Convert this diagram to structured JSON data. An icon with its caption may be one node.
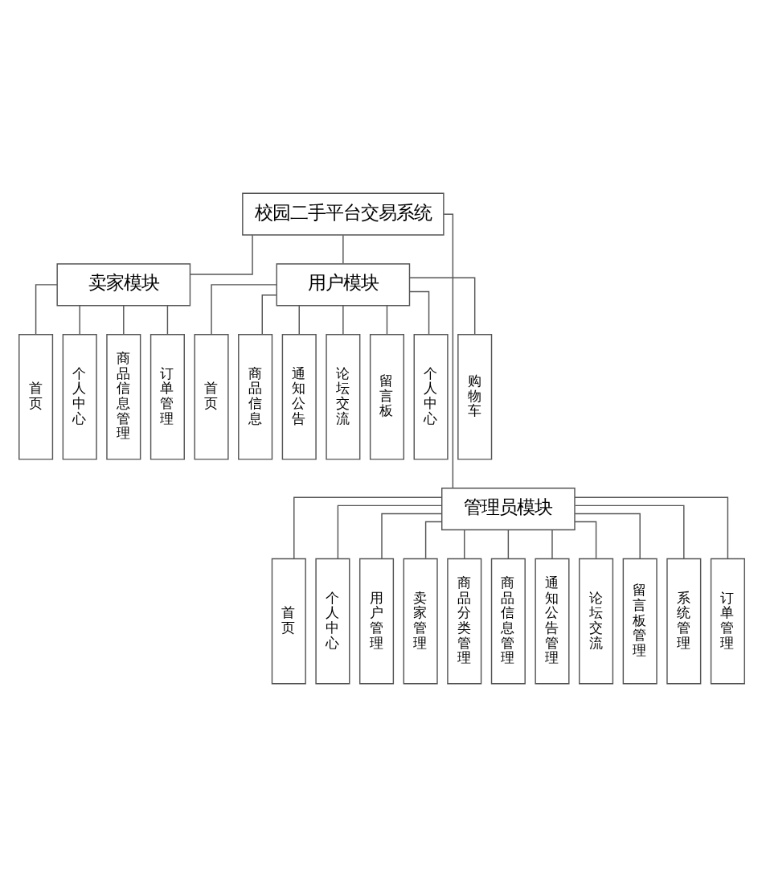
{
  "diagram": {
    "nodes": [
      {
        "text": [
          "校园二手平台交易系统"
        ]
      },
      {
        "text": [
          "卖家模块"
        ]
      },
      {
        "text": [
          "用户模块"
        ]
      },
      {
        "text": [
          "首页"
        ]
      },
      {
        "text": [
          "个人中心"
        ]
      },
      {
        "text": [
          "商品信息管理"
        ]
      },
      {
        "text": [
          "订单管理"
        ]
      },
      {
        "text": [
          "首页"
        ]
      },
      {
        "text": [
          "商品信息"
        ]
      },
      {
        "text": [
          "通知公告"
        ]
      },
      {
        "text": [
          "论坛交流"
        ]
      },
      {
        "text": [
          "留言板"
        ]
      },
      {
        "text": [
          "个人中心"
        ]
      },
      {
        "text": [
          "购物车"
        ]
      },
      {
        "text": [
          "管理员模块"
        ]
      },
      {
        "text": [
          "首页"
        ]
      },
      {
        "text": [
          "个人中心"
        ]
      },
      {
        "text": [
          "用户管理"
        ]
      },
      {
        "text": [
          "卖家管理"
        ]
      },
      {
        "text": [
          "商品分类管理"
        ]
      },
      {
        "text": [
          "商品信息管理"
        ]
      },
      {
        "text": [
          "通知公告管理"
        ]
      },
      {
        "text": [
          "论坛交流"
        ]
      },
      {
        "text": [
          "留言板管理"
        ]
      },
      {
        "text": [
          "系统管理"
        ]
      },
      {
        "text": [
          "订单管理"
        ]
      }
    ],
    "edges": [
      {
        "from": 0,
        "to": 1,
        "arrow": "none"
      },
      {
        "from": 0,
        "to": 2,
        "arrow": "none"
      },
      {
        "from": 0,
        "to": 14,
        "arrow": "none"
      },
      {
        "from": 1,
        "to": 3,
        "arrow": "none"
      },
      {
        "from": 1,
        "to": 4,
        "arrow": "none"
      },
      {
        "from": 1,
        "to": 5,
        "arrow": "none"
      },
      {
        "from": 1,
        "to": 6,
        "arrow": "none"
      },
      {
        "from": 2,
        "to": 7,
        "arrow": "none"
      },
      {
        "from": 2,
        "to": 8,
        "arrow": "none"
      },
      {
        "from": 2,
        "to": 9,
        "arrow": "none"
      },
      {
        "from": 2,
        "to": 10,
        "arrow": "none"
      },
      {
        "from": 2,
        "to": 11,
        "arrow": "none"
      },
      {
        "from": 2,
        "to": 12,
        "arrow": "none"
      },
      {
        "from": 2,
        "to": 13,
        "arrow": "none"
      },
      {
        "from": 14,
        "to": 15,
        "arrow": "none"
      },
      {
        "from": 14,
        "to": 16,
        "arrow": "none"
      },
      {
        "from": 14,
        "to": 17,
        "arrow": "none"
      },
      {
        "from": 14,
        "to": 18,
        "arrow": "none"
      },
      {
        "from": 14,
        "to": 19,
        "arrow": "none"
      },
      {
        "from": 14,
        "to": 20,
        "arrow": "none"
      },
      {
        "from": 14,
        "to": 21,
        "arrow": "none"
      },
      {
        "from": 14,
        "to": 22,
        "arrow": "none"
      },
      {
        "from": 14,
        "to": 23,
        "arrow": "none"
      },
      {
        "from": 14,
        "to": 24,
        "arrow": "none"
      },
      {
        "from": 14,
        "to": 25,
        "arrow": "none"
      }
    ]
  }
}
